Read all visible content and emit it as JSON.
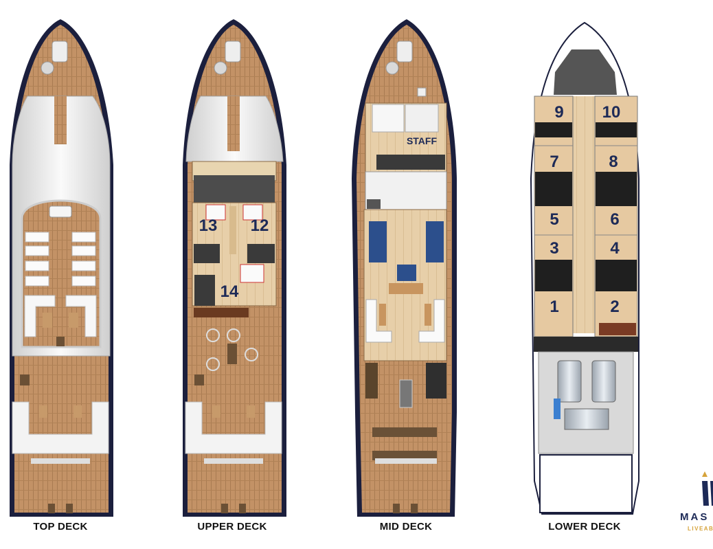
{
  "decks": [
    {
      "key": "top",
      "label": "TOP DECK"
    },
    {
      "key": "upper",
      "label": "UPPER DECK"
    },
    {
      "key": "mid",
      "label": "MID DECK"
    },
    {
      "key": "lower",
      "label": "LOWER DECK"
    }
  ],
  "upper_deck": {
    "cabins": [
      "13",
      "12",
      "14"
    ]
  },
  "mid_deck": {
    "staff_label": "STAFF"
  },
  "lower_deck": {
    "cabins": [
      "9",
      "10",
      "7",
      "8",
      "5",
      "6",
      "3",
      "4",
      "1",
      "2"
    ]
  },
  "brand": {
    "name": "MAS",
    "subtitle": "LIVEAB"
  },
  "colors": {
    "hull": "#1b1f3d",
    "wood": "#b98a5b",
    "white_deck": "#ededed",
    "cabin_number": "#1d2a57",
    "brand_gold": "#d6a33a"
  }
}
